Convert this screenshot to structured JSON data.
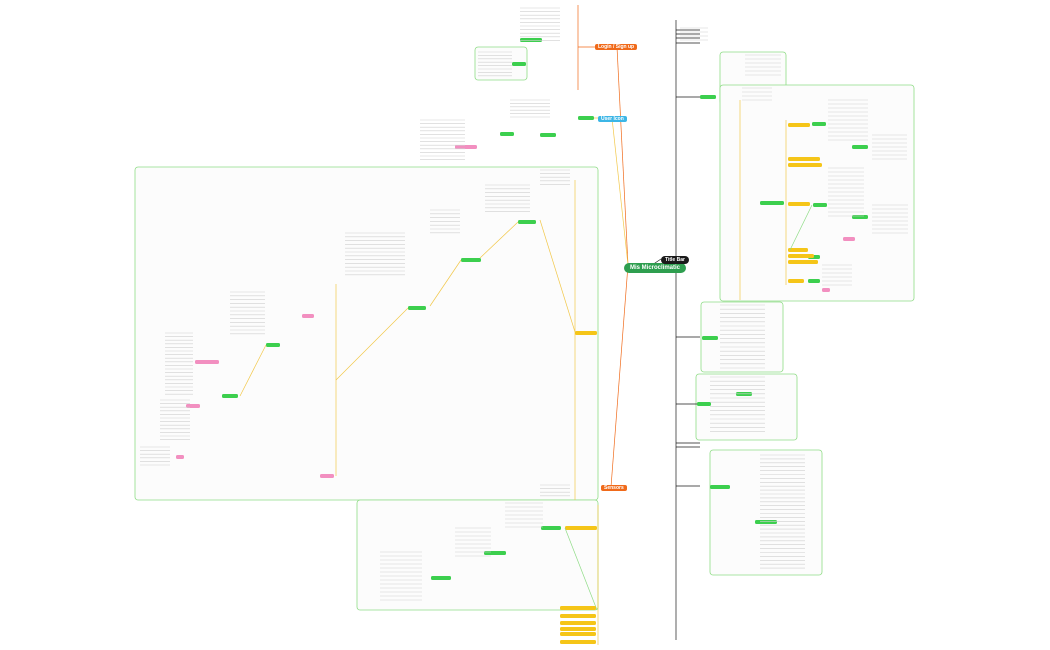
{
  "title": "Mis Microclimatic",
  "center": "Title Bar",
  "main_branches": [
    "Login / Sign up",
    "User Icon",
    "Sensors"
  ],
  "colors": {
    "root": "#2e9e4f",
    "center": "#1a1a1a",
    "orange": "#f06a1a",
    "blue": "#3cb6e6",
    "green_node": "#3ccf4e",
    "yellow_node": "#f5c518",
    "pink_node": "#f28fc0",
    "frame_green": "#8fdc86",
    "line_orange": "#f06a1a",
    "line_yellow": "#f2c84b",
    "line_green": "#8fdc86",
    "line_black": "#1a1a1a"
  }
}
